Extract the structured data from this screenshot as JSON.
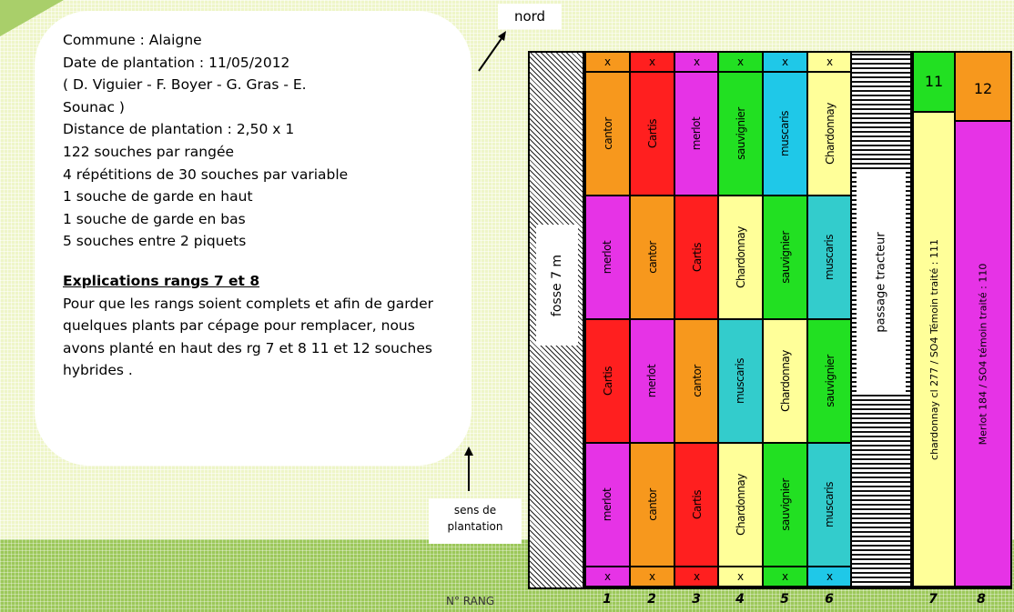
{
  "info": {
    "lines": [
      "Commune : Alaigne",
      "Date de plantation : 11/05/2012",
      "( D. Viguier - F. Boyer - G. Gras - E.",
      "Sounac )",
      "Distance de plantation : 2,50 x 1",
      "122 souches par rangée",
      "4 répétitions de 30 souches par variable",
      "1 souche de garde en haut",
      "1 souche de garde en bas",
      "5 souches entre 2 piquets"
    ],
    "heading": "Explications rangs 7 et 8",
    "paragraph": "Pour que les rangs soient complets et afin de garder quelques plants par cépage pour remplacer, nous avons planté  en haut des rg 7 et 8  11 et 12 souches hybrides ."
  },
  "north_label": "nord",
  "direction_label": "sens de plantation",
  "row_number_label": "N° RANG",
  "fosse_label": "fosse 7 m",
  "passage_label": "passage tracteur",
  "guard_mark": "x",
  "colors": {
    "cantor": "#f7981d",
    "Cartis": "#ff1f1f",
    "merlot": "#e633e6",
    "sauvignier": "#22e022",
    "muscaris": "#1fc8e8",
    "muscaris_teal": "#33cccc",
    "Chardonnay": "#ffff99",
    "rang11": "#22e022",
    "rang12": "#f7981d"
  },
  "rows": [
    {
      "number": "1",
      "top_color": "#f7981d",
      "bottom_color": "#e633e6",
      "blocks": [
        {
          "label": "cantor",
          "color": "#f7981d"
        },
        {
          "label": "merlot",
          "color": "#e633e6"
        },
        {
          "label": "Cartis",
          "color": "#ff1f1f"
        },
        {
          "label": "merlot",
          "color": "#e633e6"
        }
      ]
    },
    {
      "number": "2",
      "top_color": "#ff1f1f",
      "bottom_color": "#f7981d",
      "blocks": [
        {
          "label": "Cartis",
          "color": "#ff1f1f"
        },
        {
          "label": "cantor",
          "color": "#f7981d"
        },
        {
          "label": "merlot",
          "color": "#e633e6"
        },
        {
          "label": "cantor",
          "color": "#f7981d"
        }
      ]
    },
    {
      "number": "3",
      "top_color": "#e633e6",
      "bottom_color": "#ff1f1f",
      "blocks": [
        {
          "label": "merlot",
          "color": "#e633e6"
        },
        {
          "label": "Cartis",
          "color": "#ff1f1f"
        },
        {
          "label": "cantor",
          "color": "#f7981d"
        },
        {
          "label": "Cartis",
          "color": "#ff1f1f"
        }
      ]
    },
    {
      "number": "4",
      "top_color": "#22e022",
      "bottom_color": "#ffff99",
      "blocks": [
        {
          "label": "sauvignier",
          "color": "#22e022"
        },
        {
          "label": "Chardonnay",
          "color": "#ffff99"
        },
        {
          "label": "muscaris",
          "color": "#33cccc"
        },
        {
          "label": "Chardonnay",
          "color": "#ffff99"
        }
      ]
    },
    {
      "number": "5",
      "top_color": "#1fc8e8",
      "bottom_color": "#22e022",
      "blocks": [
        {
          "label": "muscaris",
          "color": "#1fc8e8"
        },
        {
          "label": "sauvignier",
          "color": "#22e022"
        },
        {
          "label": "Chardonnay",
          "color": "#ffff99"
        },
        {
          "label": "sauvignier",
          "color": "#22e022"
        }
      ]
    },
    {
      "number": "6",
      "top_color": "#ffff99",
      "bottom_color": "#1fc8e8",
      "blocks": [
        {
          "label": "Chardonnay",
          "color": "#ffff99"
        },
        {
          "label": "muscaris",
          "color": "#33cccc"
        },
        {
          "label": "sauvignier",
          "color": "#22e022"
        },
        {
          "label": "muscaris",
          "color": "#33cccc"
        }
      ]
    }
  ],
  "row7": {
    "number": "7",
    "top_label": "11",
    "top_color": "#22e022",
    "body_label": "chardonnay cl 277 / SO4  Témoin traité : 111",
    "body_color": "#ffff99"
  },
  "row8": {
    "number": "8",
    "top_label": "12",
    "top_color": "#f7981d",
    "body_label": "Merlot 184 / SO4  témoin traité : 110",
    "body_color": "#e633e6"
  }
}
